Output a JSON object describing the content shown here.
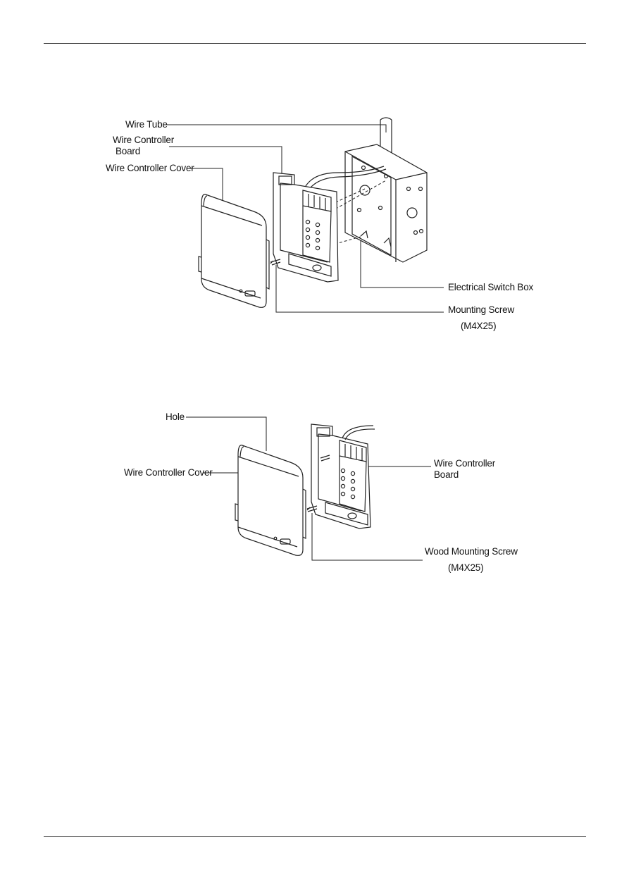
{
  "figure1": {
    "wire_tube": "Wire Tube",
    "board_line1": "Wire Controller",
    "board_line2": "Board",
    "cover": "Wire Controller Cover",
    "switch_box": "Electrical Switch Box",
    "screw": "Mounting Screw",
    "screw_size": "(M4X25)"
  },
  "figure2": {
    "hole": "Hole",
    "cover": "Wire Controller Cover",
    "board_line1": "Wire Controller",
    "board_line2": "Board",
    "screw": "Wood Mounting Screw",
    "screw_size": "(M4X25)"
  }
}
